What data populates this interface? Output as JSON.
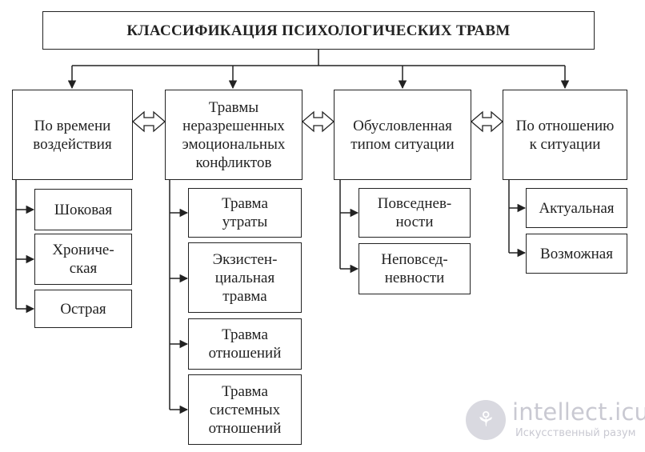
{
  "title": "КЛАССИФИКАЦИЯ ПСИХОЛОГИЧЕСКИХ ТРАВМ",
  "categories": [
    {
      "label": "По времени\nвоздействия",
      "items": [
        "Шоковая",
        "Хрониче-\nская",
        "Острая"
      ]
    },
    {
      "label": "Травмы\nнеразрешенных\nэмоциональных\nконфликтов",
      "items": [
        "Травма\nутраты",
        "Экзистен-\nциальная\nтравма",
        "Травма\nотношений",
        "Травма\nсистемных\nотношений"
      ]
    },
    {
      "label": "Обусловленная\nтипом ситуации",
      "items": [
        "Повседнев-\nности",
        "Неповсед-\nневности"
      ]
    },
    {
      "label": "По отношению\nк ситуации",
      "items": [
        "Актуальная",
        "Возможная"
      ]
    }
  ],
  "watermark": {
    "site": "intellect.icu",
    "tagline": "Искусственный разум",
    "logo_icon": "brain-icon"
  }
}
